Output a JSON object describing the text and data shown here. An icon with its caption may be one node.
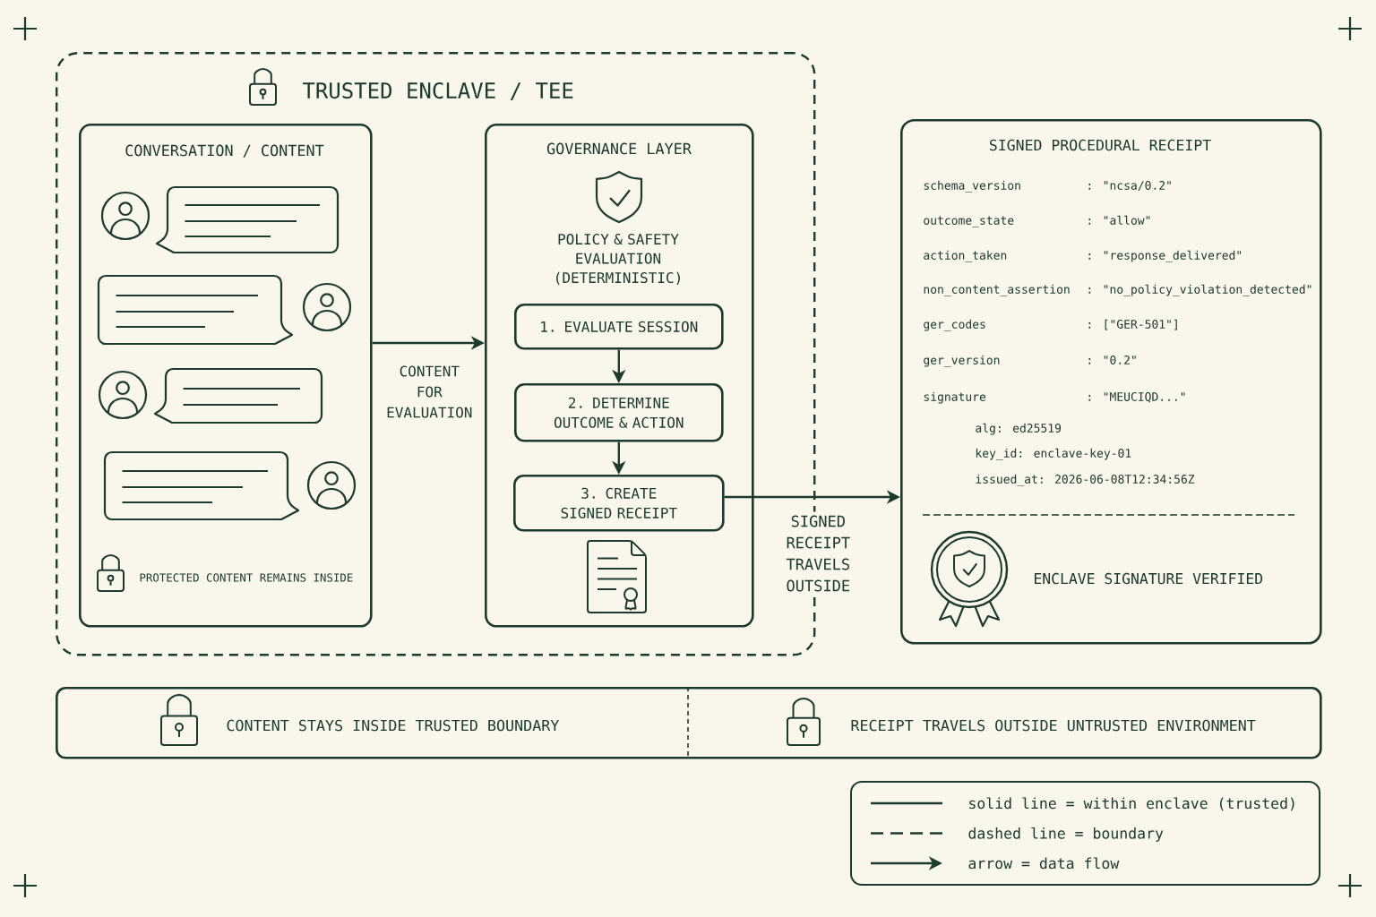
{
  "diagram": {
    "nodes": [
      {
        "text": [
          "TRUSTED ENCLAVE / TEE"
        ]
      },
      {
        "text": [
          "CONVERSATION / CONTENT",
          "PROTECTED CONTENT REMAINS INSIDE"
        ],
        "in": 0
      },
      {
        "text": [
          "GOVERNANCE LAYER",
          "POLICY & SAFETY EVALUATION (DETERMINISTIC)"
        ],
        "in": 0
      },
      {
        "text": [
          "1. EVALUATE SESSION"
        ],
        "in": 2
      },
      {
        "text": [
          "2. DETERMINE OUTCOME & ACTION"
        ],
        "in": 2
      },
      {
        "text": [
          "3. CREATE SIGNED RECEIPT"
        ],
        "in": 2
      },
      {
        "text": [
          "SIGNED PROCEDURAL RECEIPT",
          "schema_version",
          ": \"ncsa/0.2\"",
          "outcome_state",
          ": \"allow\"",
          "action_taken",
          ": \"response_delivered\"",
          "non_content_assertion",
          ": \"no_policy_violation_detected\"",
          "ger_codes",
          ": [\"GER-501\"]",
          "ger_version",
          ": \"0.2\"",
          "signature",
          ": \"MEUCIQD...\"",
          "alg: ed25519",
          "key_id: enclave-key-01",
          "issued_at: 2026-06-08T12:34:56Z",
          "ENCLAVE SIGNATURE VERIFIED"
        ]
      },
      {
        "text": [
          "CONTENT STAYS INSIDE TRUSTED BOUNDARY",
          "RECEIPT TRAVELS OUTSIDE UNTRUSTED ENVIRONMENT"
        ]
      }
    ],
    "edges": [
      {
        "from": 1,
        "to": 2,
        "arrow": "to",
        "label": "CONTENT FOR EVALUATION"
      },
      {
        "from": 3,
        "to": 4,
        "arrow": "to"
      },
      {
        "from": 4,
        "to": 5,
        "arrow": "to"
      },
      {
        "from": 5,
        "to": 6,
        "arrow": "to",
        "label": "SIGNED RECEIPT TRAVELS OUTSIDE"
      }
    ],
    "legend": [
      {
        "text": "solid line = within enclave (trusted)"
      },
      {
        "text": "dashed line = boundary"
      },
      {
        "text": "arrow = data flow"
      }
    ]
  }
}
